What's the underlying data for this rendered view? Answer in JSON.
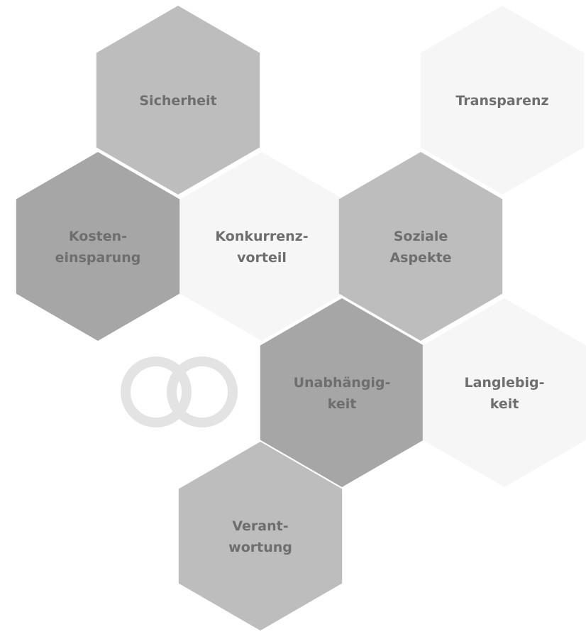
{
  "hexagons": [
    {
      "id": "sicherheit",
      "lines": [
        "Sicherheit"
      ],
      "fill": "#bdbdbd"
    },
    {
      "id": "transparenz",
      "lines": [
        "Transparenz"
      ],
      "fill": "#f5f6f5"
    },
    {
      "id": "kosteneinsparung",
      "lines": [
        "Kosten-",
        "einsparung"
      ],
      "fill": "#a6a6a6"
    },
    {
      "id": "konkurrenzvorteil",
      "lines": [
        "Konkurrenz-",
        "vorteil"
      ],
      "fill": "#f5f6f5"
    },
    {
      "id": "soziale-aspekte",
      "lines": [
        "Soziale",
        "Aspekte"
      ],
      "fill": "#bdbdbd"
    },
    {
      "id": "unabhaengigkeit",
      "lines": [
        "Unabhängig-",
        "keit"
      ],
      "fill": "#a6a6a6"
    },
    {
      "id": "langlebigkeit",
      "lines": [
        "Langlebig-",
        "keit"
      ],
      "fill": "#f5f6f5"
    },
    {
      "id": "verantwortung",
      "lines": [
        "Verant-",
        "wortung"
      ],
      "fill": "#bdbdbd"
    }
  ],
  "colors": {
    "label": "#6e6e6e",
    "logo": "#e3e3e3"
  },
  "logo": {
    "icon": "infinity-icon"
  }
}
